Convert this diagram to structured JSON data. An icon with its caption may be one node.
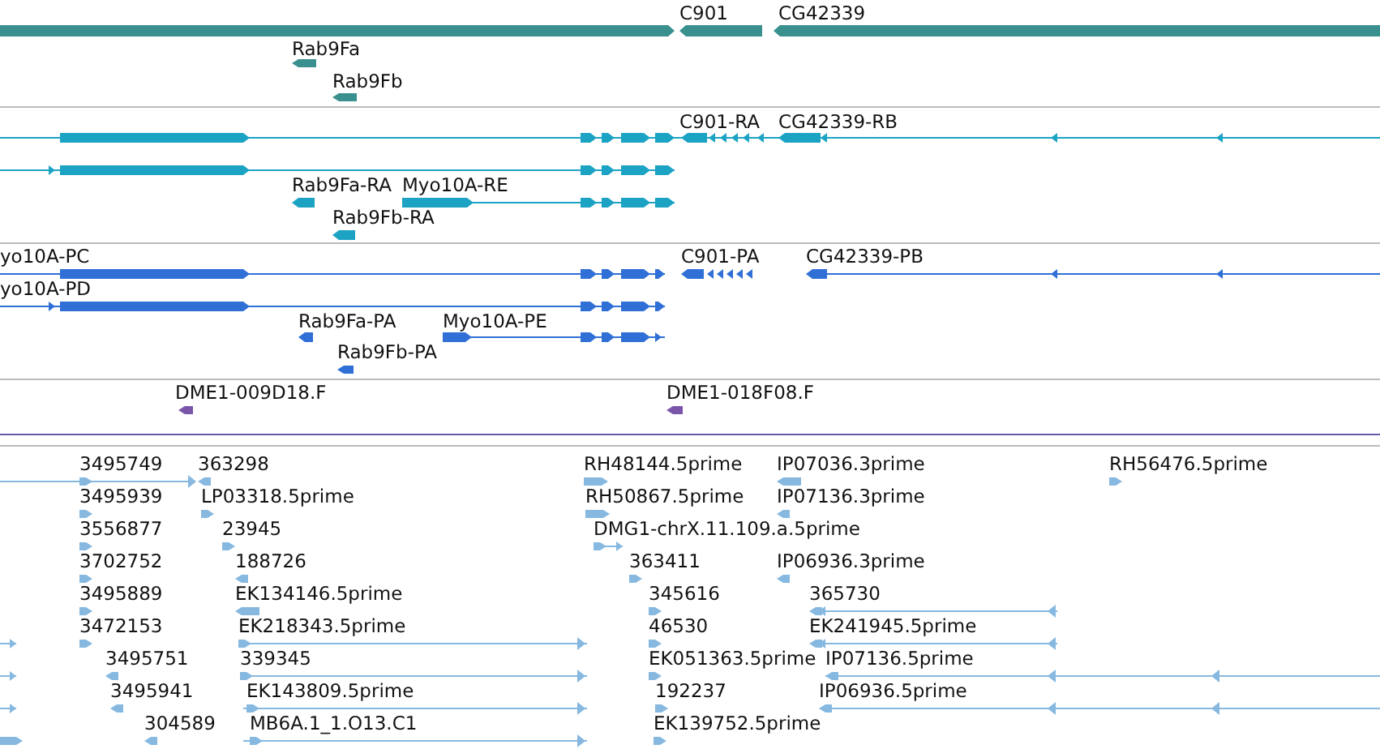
{
  "diagram": {
    "labels": [
      "C901",
      "CG42339",
      "Rab9Fa",
      "Rab9Fb",
      "C901-RA",
      "CG42339-RB",
      "Rab9Fa-RA",
      "Myo10A-RE",
      "Rab9Fb-RA",
      "yo10A-PC",
      "C901-PA",
      "CG42339-PB",
      "yo10A-PD",
      "Rab9Fa-PA",
      "Myo10A-PE",
      "Rab9Fb-PA",
      "DME1-009D18.F",
      "DME1-018F08.F",
      "3495749",
      "363298",
      "RH48144.5prime",
      "IP07036.3prime",
      "RH56476.5prime",
      "3495939",
      "LP03318.5prime",
      "RH50867.5prime",
      "IP07136.3prime",
      "3556877",
      "23945",
      "DMG1-chrX.11.109.a.5prime",
      "3702752",
      "188726",
      "363411",
      "IP06936.3prime",
      "3495889",
      "EK134146.5prime",
      "345616",
      "365730",
      "3472153",
      "EK218343.5prime",
      "46530",
      "EK241945.5prime",
      "3495751",
      "339345",
      "EK051363.5prime",
      "IP07136.5prime",
      "3495941",
      "EK143809.5prime",
      "192237",
      "IP06936.5prime",
      "304589",
      "MB6A.1_1.O13.C1",
      "EK139752.5prime"
    ]
  }
}
